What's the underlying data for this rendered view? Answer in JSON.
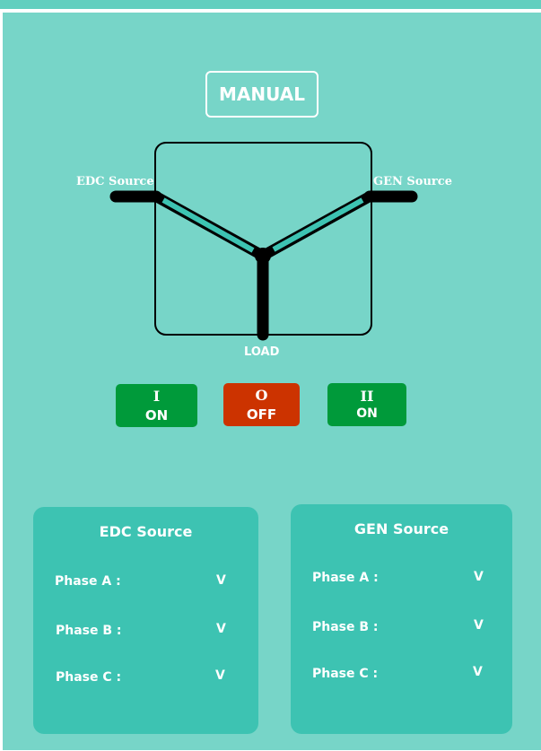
{
  "mode": "MANUAL",
  "diagram": {
    "source_left_label": "EDC Source",
    "source_right_label": "GEN Source",
    "load_label": "LOAD",
    "colors": {
      "line": "#000000",
      "active_fill": "#3dc3b2"
    }
  },
  "buttons": [
    {
      "symbol": "I",
      "state": "ON",
      "color": "#009a3a"
    },
    {
      "symbol": "O",
      "state": "OFF",
      "color": "#cc3300"
    },
    {
      "symbol": "II",
      "state": "ON",
      "color": "#009a3a"
    }
  ],
  "sources": [
    {
      "title": "EDC Source",
      "phases": [
        {
          "label": "Phase A :",
          "value": "",
          "unit": "V"
        },
        {
          "label": "Phase B :",
          "value": "",
          "unit": "V"
        },
        {
          "label": "Phase C :",
          "value": "",
          "unit": "V"
        }
      ]
    },
    {
      "title": "GEN Source",
      "phases": [
        {
          "label": "Phase A :",
          "value": "",
          "unit": "V"
        },
        {
          "label": "Phase B :",
          "value": "",
          "unit": "V"
        },
        {
          "label": "Phase C :",
          "value": "",
          "unit": "V"
        }
      ]
    }
  ],
  "colors": {
    "topbar": "#62cfbf",
    "panel": "#77d5c8",
    "card": "#3dc3b2",
    "on": "#009a3a",
    "off": "#cc3300"
  }
}
